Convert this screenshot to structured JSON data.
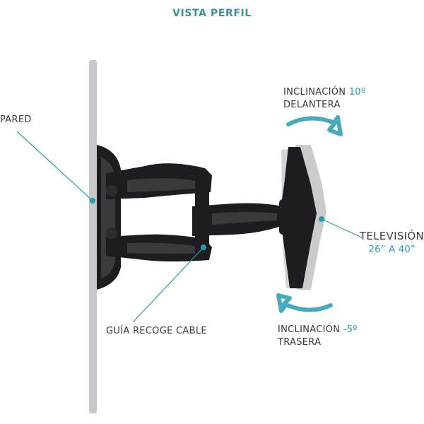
{
  "title": "VISTA PERFIL",
  "labels": {
    "wall": "PARED",
    "tilt_front": {
      "line1_text": "INCLINACIÓN",
      "line1_value": "10º",
      "line2": "DELANTERA"
    },
    "tilt_back": {
      "line1_text": "INCLINACIÓN",
      "line1_value": "-5º",
      "line2": "TRASERA"
    },
    "tv": {
      "name": "TELEVISIÓN",
      "size": "26” A 40”"
    },
    "cable_guide": "GUÍA RECOGE CABLE"
  },
  "colors": {
    "accent": "#2a9bb0",
    "title_color": "#3e8f9c",
    "text": "#3a3a3a",
    "wall": "#c8c8cc",
    "bracket": "#1d1d1f",
    "bracket_shade": "#3a3a3c",
    "tv_ghost": "#a8a8ac"
  }
}
